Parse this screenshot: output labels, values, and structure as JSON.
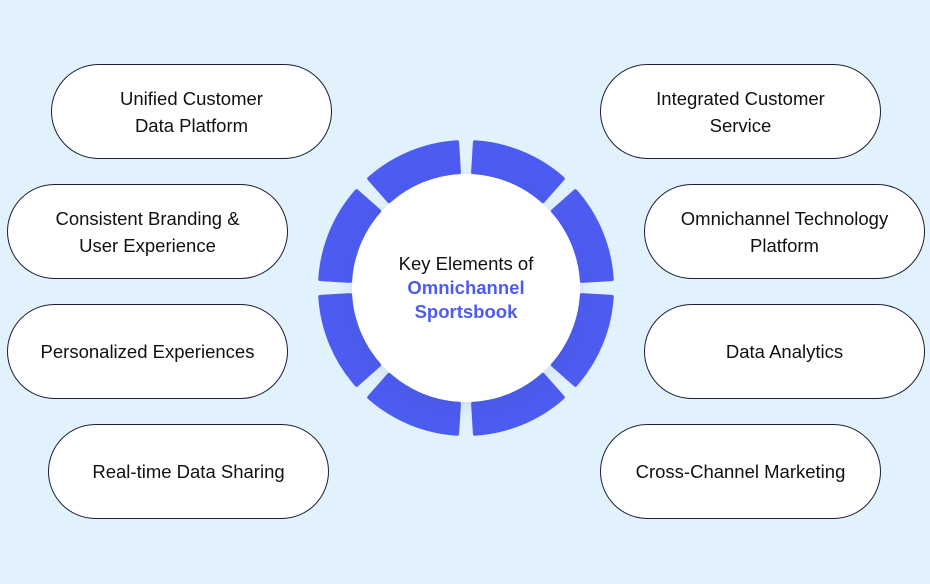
{
  "diagram": {
    "center": {
      "title": "Key Elements of",
      "highlight": "Omnichannel\nSportsbook"
    },
    "left_items": [
      {
        "label": "Unified Customer\nData Platform"
      },
      {
        "label": "Consistent Branding &\nUser Experience"
      },
      {
        "label": "Personalized Experiences"
      },
      {
        "label": "Real-time Data Sharing"
      }
    ],
    "right_items": [
      {
        "label": "Integrated Customer\nService"
      },
      {
        "label": "Omnichannel Technology\nPlatform"
      },
      {
        "label": "Data Analytics"
      },
      {
        "label": "Cross-Channel Marketing"
      }
    ],
    "colors": {
      "background": "#e2f2fc",
      "ring_segment": "#4d5cf0",
      "highlight_text": "#4d5cf0",
      "pill_border": "#1a1f3a"
    }
  }
}
